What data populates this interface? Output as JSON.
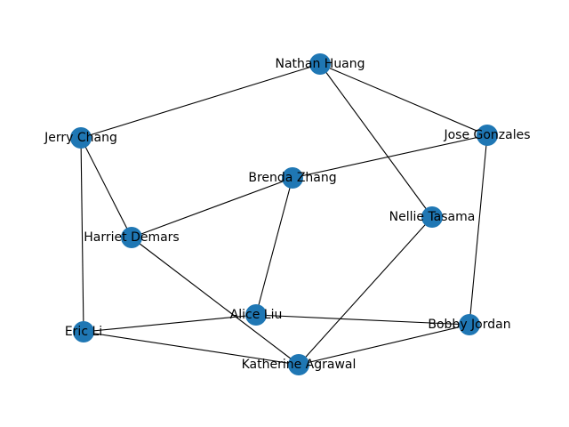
{
  "graph": {
    "node_color": "#1f77b4",
    "edge_color": "#000000",
    "label_color": "#000000",
    "nodes": [
      {
        "id": "nathan",
        "label": "Nathan Huang"
      },
      {
        "id": "jerry",
        "label": "Jerry Chang"
      },
      {
        "id": "jose",
        "label": "Jose Gonzales"
      },
      {
        "id": "brenda",
        "label": "Brenda Zhang"
      },
      {
        "id": "nellie",
        "label": "Nellie Tasama"
      },
      {
        "id": "harriet",
        "label": "Harriet Demars"
      },
      {
        "id": "alice",
        "label": "Alice Liu"
      },
      {
        "id": "bobby",
        "label": "Bobby Jordan"
      },
      {
        "id": "eric",
        "label": "Eric Li"
      },
      {
        "id": "katherine",
        "label": "Katherine Agrawal"
      }
    ],
    "edges": [
      [
        "nathan",
        "jerry"
      ],
      [
        "nathan",
        "jose"
      ],
      [
        "nathan",
        "nellie"
      ],
      [
        "jerry",
        "harriet"
      ],
      [
        "jerry",
        "eric"
      ],
      [
        "jose",
        "brenda"
      ],
      [
        "jose",
        "bobby"
      ],
      [
        "brenda",
        "harriet"
      ],
      [
        "brenda",
        "alice"
      ],
      [
        "nellie",
        "katherine"
      ],
      [
        "harriet",
        "katherine"
      ],
      [
        "alice",
        "eric"
      ],
      [
        "alice",
        "bobby"
      ],
      [
        "eric",
        "katherine"
      ],
      [
        "katherine",
        "bobby"
      ]
    ]
  }
}
